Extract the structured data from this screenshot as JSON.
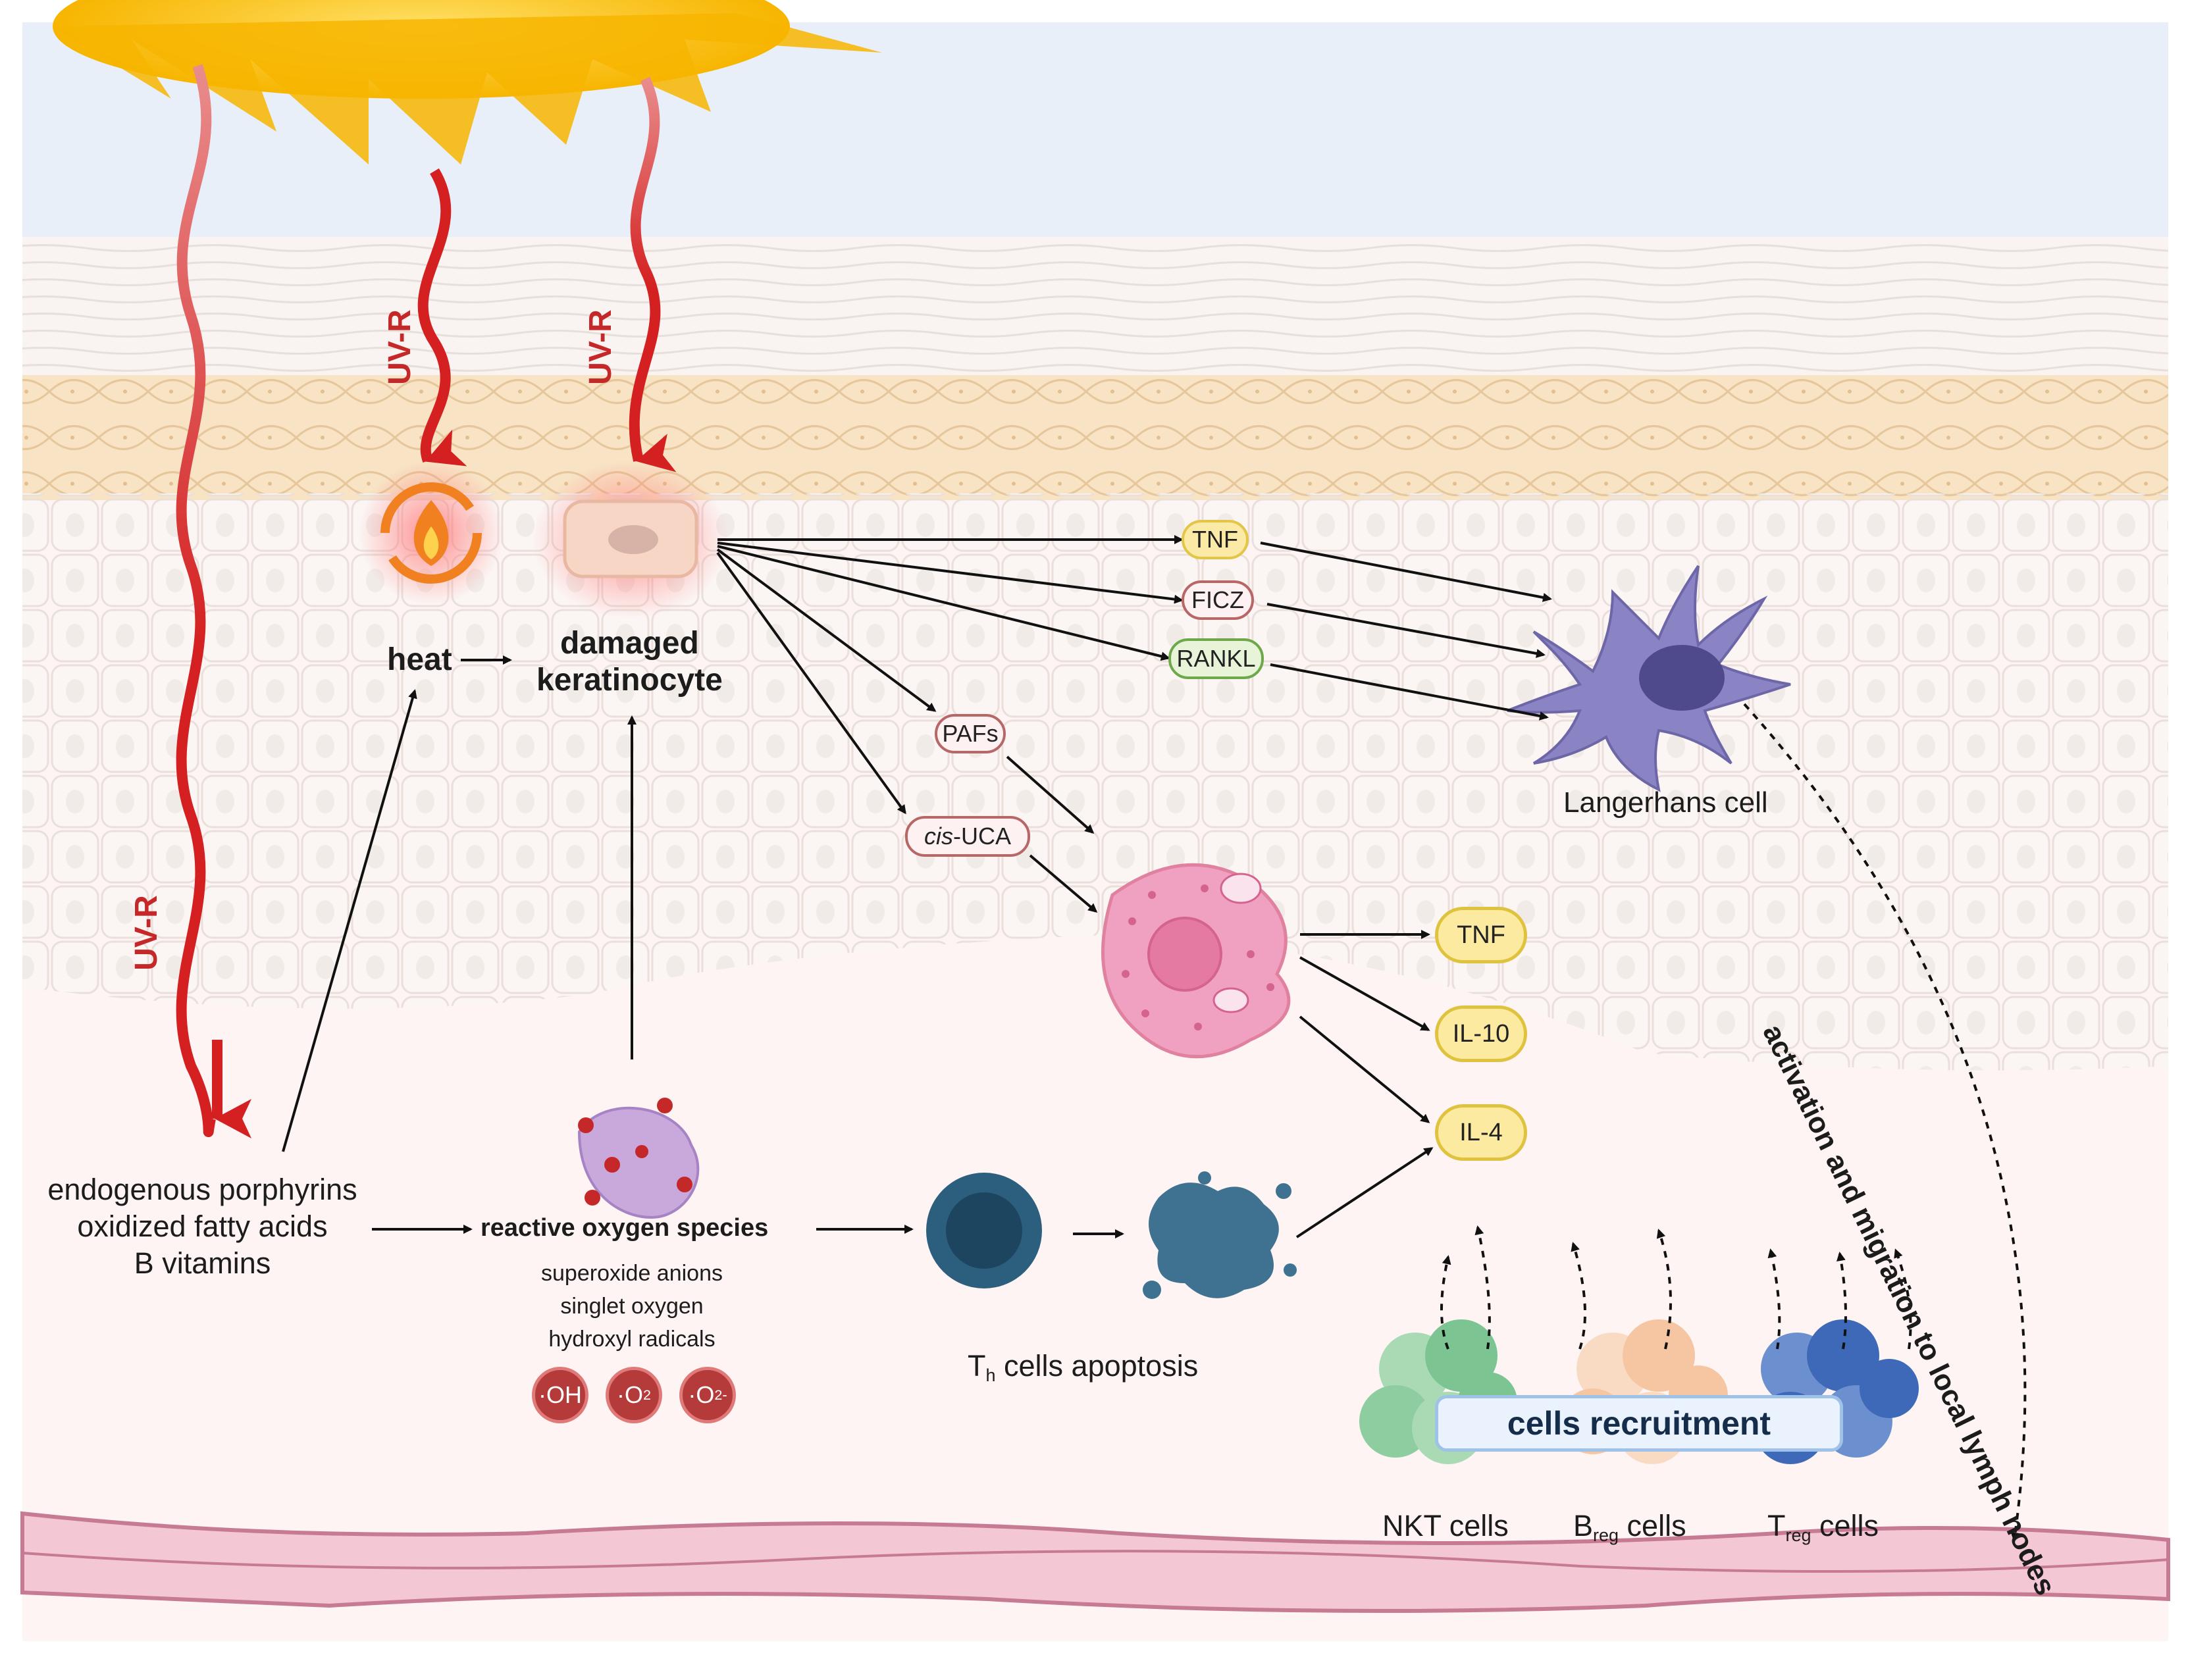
{
  "labels": {
    "uvr_left": "UV-R",
    "uvr_mid": "UV-R",
    "uvr_right": "UV-R",
    "heat": "heat",
    "damaged_line1": "damaged",
    "damaged_line2": "keratinocyte",
    "sources_line1": "endogenous porphyrins",
    "sources_line2": "oxidized fatty acids",
    "sources_line3": "B vitamins",
    "ros_title": "reactive oxygen species",
    "ros_1": "superoxide anions",
    "ros_2": "singlet oxygen",
    "ros_3": "hydroxyl radicals",
    "langerhans": "Langerhans cell",
    "migration": "activation and migration to local lymph nodes",
    "th_main": "T",
    "th_sub": "h",
    "th_rest": " cells apoptosis",
    "recruit": "cells recruitment",
    "nkt": "NKT cells",
    "breg_main": "B",
    "breg_sub": "reg",
    "breg_rest": " cells",
    "treg_main": "T",
    "treg_sub": "reg",
    "treg_rest": " cells"
  },
  "mediators": {
    "tnf_top": "TNF",
    "ficz": "FICZ",
    "rankl": "RANKL",
    "pafs": "PAFs",
    "cis_italic": "cis",
    "cis_rest": "-UCA",
    "tnf_mast": "TNF",
    "il10": "IL-10",
    "il4": "IL-4"
  },
  "radicals": {
    "oh": "·OH",
    "o2_main": "·O",
    "o2_sub": "2",
    "o2m_main": "·O",
    "o2m_sub": "2",
    "o2m_sup": "-"
  },
  "colors": {
    "uv_red": "#d42020",
    "sky": "#e8eff8",
    "dermis": "#fdeced",
    "langerhans": "#8b84c4",
    "mast": "#f0a1c2",
    "th_cell": "#2c5f7e",
    "nkt": "#7cc592",
    "breg": "#f6c6a3",
    "treg": "#3e68b8"
  }
}
